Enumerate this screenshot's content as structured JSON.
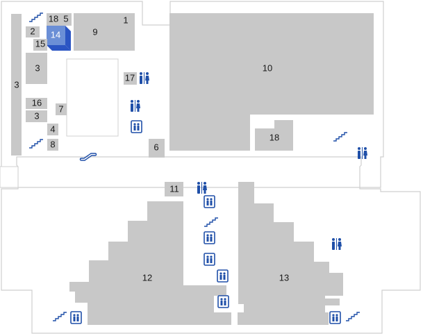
{
  "map": {
    "rooms": [
      {
        "id": "r1",
        "label": "1"
      },
      {
        "id": "r2",
        "label": "2"
      },
      {
        "id": "r3a",
        "label": "3"
      },
      {
        "id": "r3b",
        "label": "3"
      },
      {
        "id": "r3c",
        "label": "3"
      },
      {
        "id": "r4",
        "label": "4"
      },
      {
        "id": "r5",
        "label": "5"
      },
      {
        "id": "r6",
        "label": "6"
      },
      {
        "id": "r7",
        "label": "7"
      },
      {
        "id": "r8",
        "label": "8"
      },
      {
        "id": "r9",
        "label": "9"
      },
      {
        "id": "r10",
        "label": "10"
      },
      {
        "id": "r11",
        "label": "11"
      },
      {
        "id": "r12",
        "label": "12"
      },
      {
        "id": "r13",
        "label": "13"
      },
      {
        "id": "r14",
        "label": "14",
        "highlighted": true
      },
      {
        "id": "r15",
        "label": "15"
      },
      {
        "id": "r16",
        "label": "16"
      },
      {
        "id": "r17",
        "label": "17"
      },
      {
        "id": "r18a",
        "label": "18"
      },
      {
        "id": "r18b",
        "label": "18"
      }
    ],
    "colors": {
      "room": "#c8c8c8",
      "highlight": "#6b8fd6",
      "highlight_side": "#2b55c3",
      "icon": "#1f4fa8"
    },
    "icons": [
      "stairs-icon",
      "restroom-icon",
      "elevator-icon",
      "escalator-icon"
    ]
  }
}
